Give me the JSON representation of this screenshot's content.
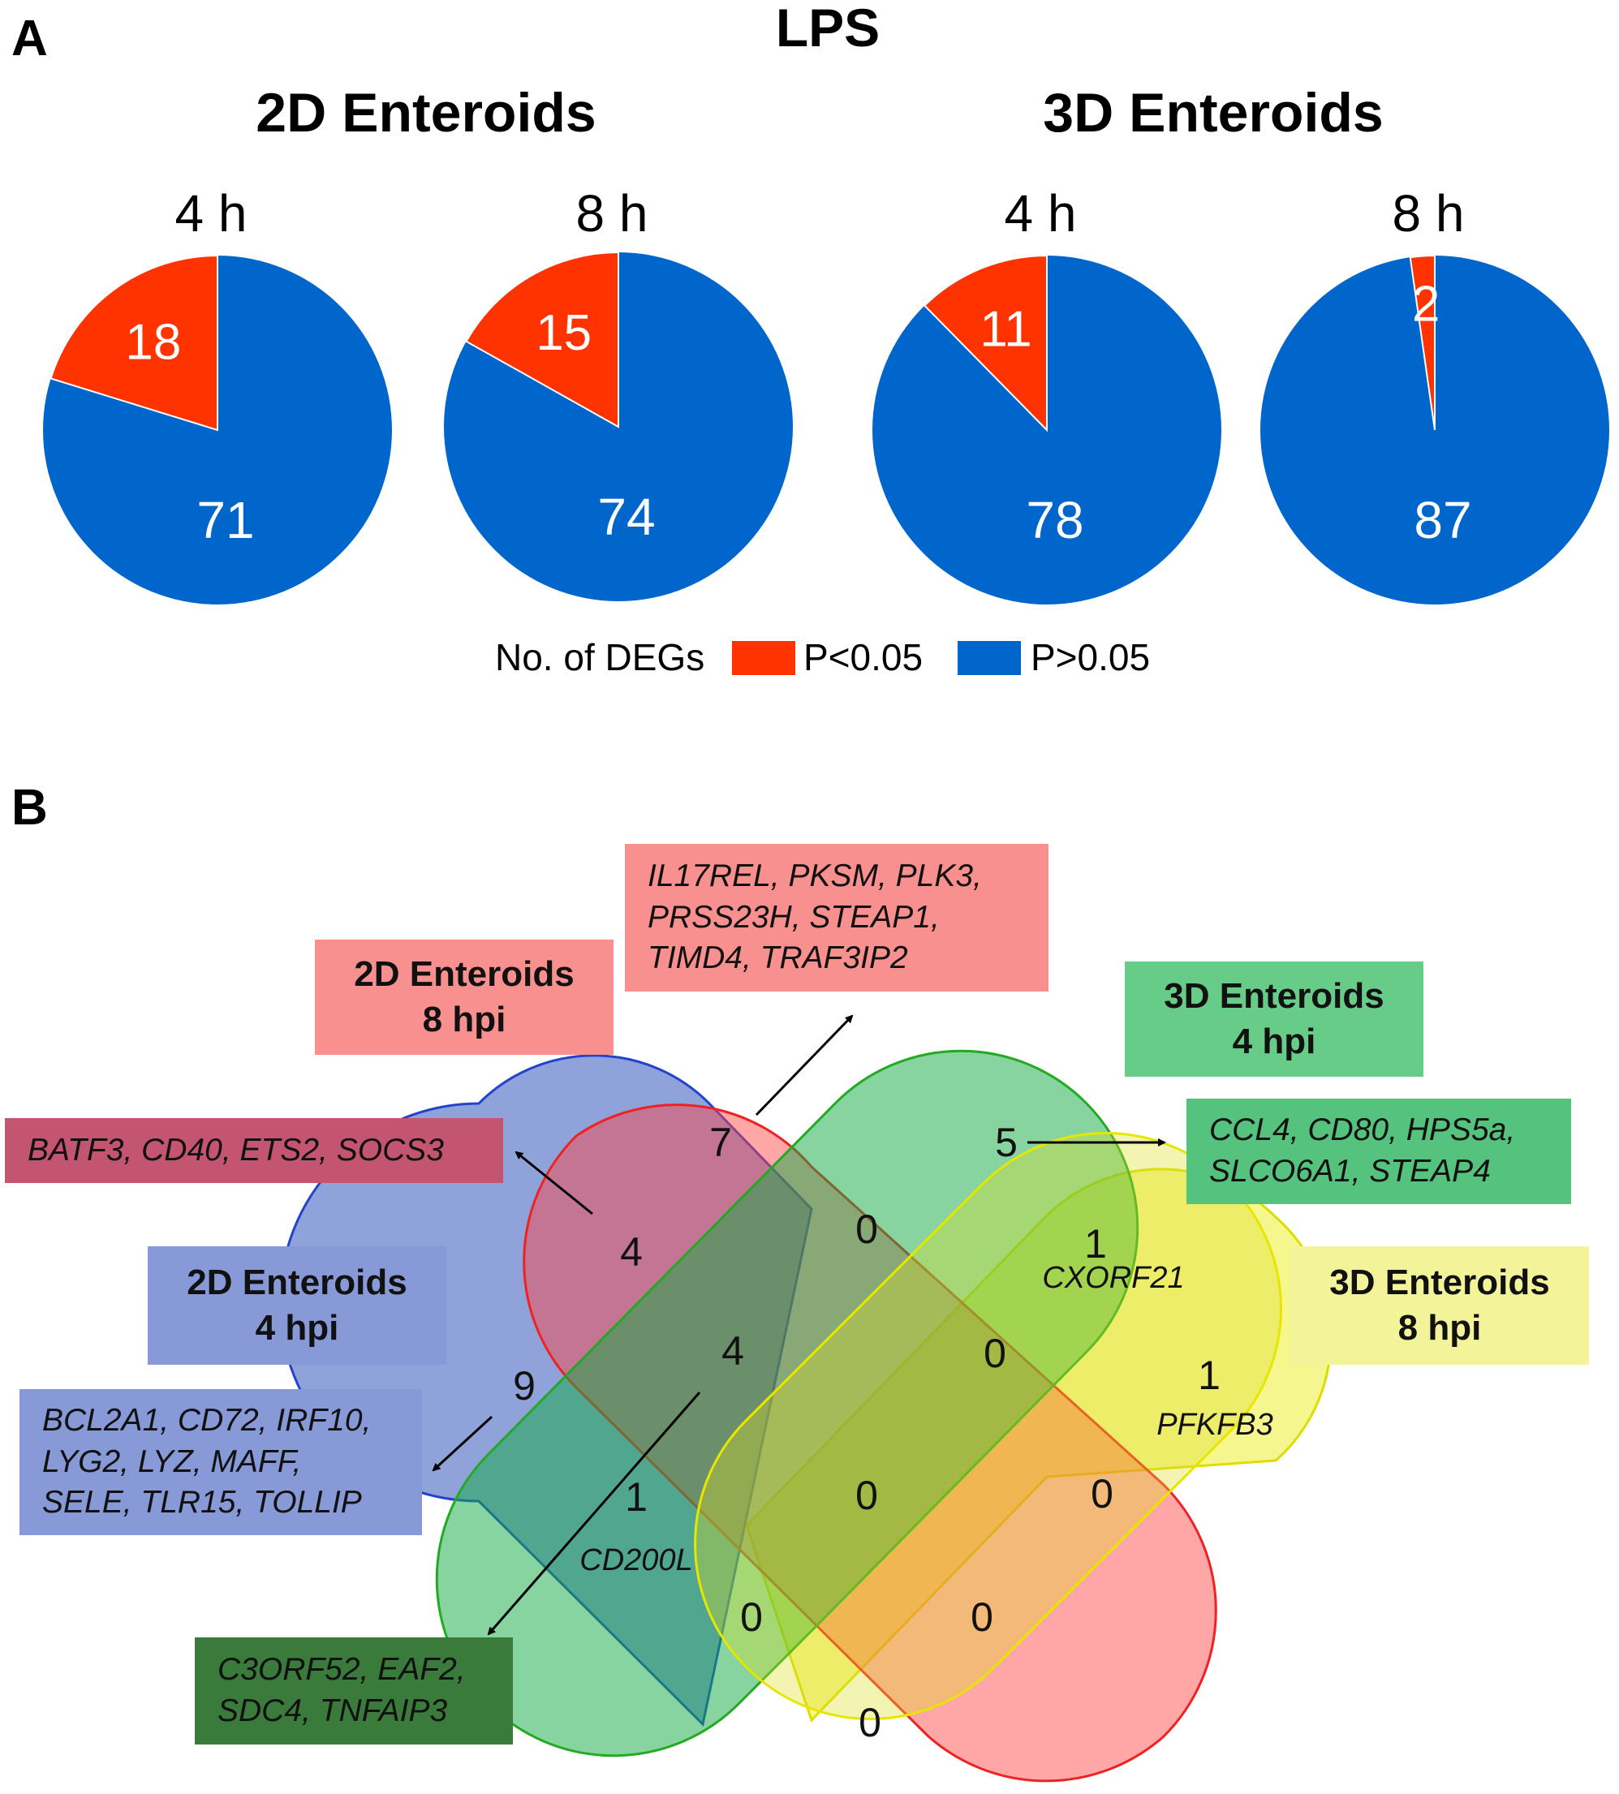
{
  "panel_a_label": "A",
  "panel_b_label": "B",
  "figure_title": "LPS",
  "groups": [
    "2D Enteroids",
    "3D Enteroids"
  ],
  "chart_data": {
    "type": "pie",
    "title": "LPS",
    "legend": {
      "title": "No. of DEGs",
      "items": [
        {
          "label": "P<0.05",
          "color": "#ff3300"
        },
        {
          "label": "P>0.05",
          "color": "#0066cc"
        }
      ]
    },
    "pies": [
      {
        "group": "2D Enteroids",
        "time": "4 h",
        "slices": [
          {
            "label": "P<0.05",
            "value": 18
          },
          {
            "label": "P>0.05",
            "value": 71
          }
        ]
      },
      {
        "group": "2D Enteroids",
        "time": "8 h",
        "slices": [
          {
            "label": "P<0.05",
            "value": 15
          },
          {
            "label": "P>0.05",
            "value": 74
          }
        ]
      },
      {
        "group": "3D Enteroids",
        "time": "4 h",
        "slices": [
          {
            "label": "P<0.05",
            "value": 11
          },
          {
            "label": "P>0.05",
            "value": 78
          }
        ]
      },
      {
        "group": "3D Enteroids",
        "time": "8 h",
        "slices": [
          {
            "label": "P<0.05",
            "value": 2
          },
          {
            "label": "P>0.05",
            "value": 87
          }
        ]
      }
    ]
  },
  "venn": {
    "sets": [
      {
        "line1": "2D Enteroids",
        "line2": "4 hpi",
        "color": "#3355bb"
      },
      {
        "line1": "2D Enteroids",
        "line2": "8 hpi",
        "color": "#ee2222"
      },
      {
        "line1": "3D Enteroids",
        "line2": "4 hpi",
        "color": "#22aa33"
      },
      {
        "line1": "3D Enteroids",
        "line2": "8 hpi",
        "color": "#eeee22"
      }
    ],
    "counts": {
      "2D4_only": "9",
      "2D8_only": "7",
      "3D4_only": "5",
      "3D8_only": "1",
      "2D4_2D8": "4",
      "2D8_3D4": "0",
      "3D4_3D8": "1",
      "2D4_3D4": "1",
      "2D4_2D8_3D4": "4",
      "2D8_3D4_3D8": "0",
      "2D8_3D8": "0",
      "all_four": "0",
      "2D4_3D4_3D8": "0",
      "2D4_2D8_3D8": "0",
      "2D4_3D8": "0"
    },
    "region_genes": {
      "3D4_3D8": "CXORF21",
      "3D8_only": "PFKFB3",
      "2D4_3D4": "CD200L"
    },
    "gene_boxes": {
      "2D8_only": [
        "IL17REL, PKSM, PLK3,",
        "PRSS23H, STEAP1,",
        "TIMD4, TRAF3IP2"
      ],
      "2D4_2D8": [
        "BATF3, CD40, ETS2, SOCS3"
      ],
      "3D4_only": [
        "CCL4, CD80, HPS5a,",
        "SLCO6A1, STEAP4"
      ],
      "2D4_only": [
        "BCL2A1, CD72, IRF10,",
        "LYG2, LYZ, MAFF,",
        "SELE, TLR15, TOLLIP"
      ],
      "2D4_2D8_3D4": [
        "C3ORF52, EAF2,",
        "SDC4, TNFAIP3"
      ]
    }
  }
}
